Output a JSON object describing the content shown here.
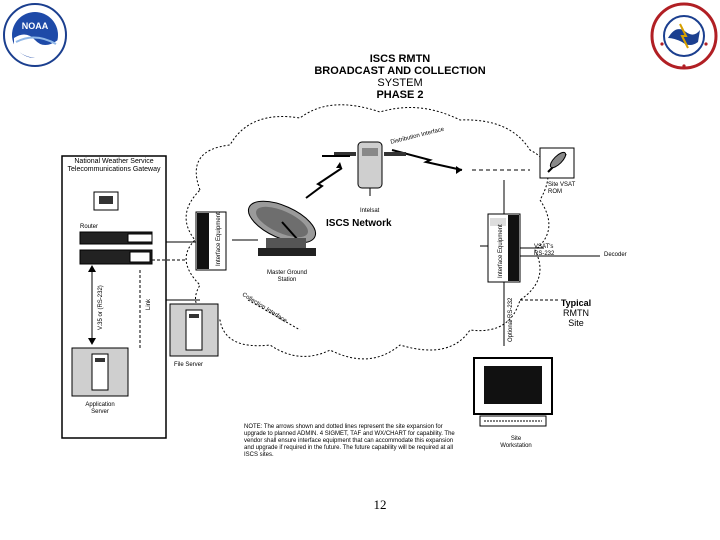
{
  "logos": {
    "left": {
      "name": "noaa-logo",
      "text": "NOAA"
    },
    "right": {
      "name": "nws-logo",
      "text": "NATIONAL WEATHER SERVICE"
    }
  },
  "title": {
    "line1": "ISCS RMTN",
    "line2": "BROADCAST AND COLLECTION",
    "line3": "SYSTEM",
    "line4": "PHASE 2"
  },
  "labels": {
    "nws_gateway": "National Weather Service Telecommunications Gateway",
    "router": "Router",
    "application_server": "Application Server",
    "file_server": "File Server",
    "rs232_left": "V.35 or (RS-232)",
    "fs_link": "Link",
    "iscs_network": "ISCS Network",
    "master_ground_station": "Master Ground Station",
    "satellite": "Intelsat",
    "distribution_interface": "Distribution Interface",
    "site_vsat": "Site VSAT ROM",
    "decoder": "Decoder",
    "vsat_rs232": "VSAT's RS-232",
    "typical_site_line1": "Typical",
    "typical_site_line2": "RMTN",
    "typical_site_line3": "Site",
    "site_workstation": "Site Workstation",
    "optional_rs232": "Optional RS-232",
    "collection_interface": "Collection Interface",
    "rack_left": "Interface Equipment",
    "rack_right": "Interface Equipment",
    "note": "NOTE: The arrows shown and dotted lines represent the site expansion for upgrade to planned ADMIN. 4 SIGMET, TAF and WX/CHART for capability. The vendor shall ensure interface equipment that can accommodate this expansion and upgrade if required in the future. The future capability will be required at all ISCS sites."
  },
  "page_number": "12"
}
